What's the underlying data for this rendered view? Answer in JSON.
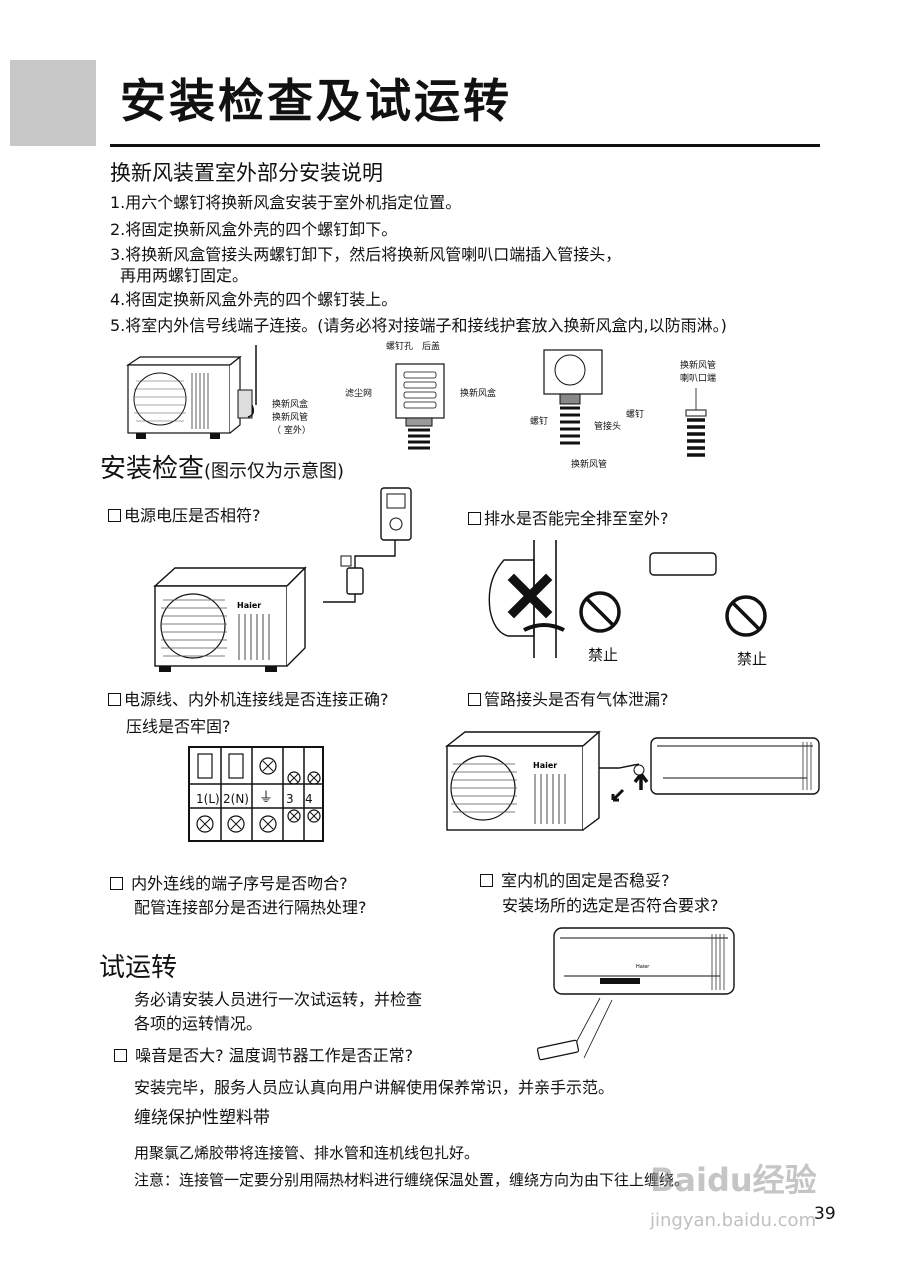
{
  "header": {
    "title": "安装检查及试运转"
  },
  "section_fresh_air": {
    "heading": "换新风装置室外部分安装说明",
    "steps": [
      "1.用六个螺钉将换新风盒安装于室外机指定位置。",
      "2.将固定换新风盒外壳的四个螺钉卸下。",
      "3.将换新风盒管接头两螺钉卸下，然后将换新风管喇叭口端插入管接头，",
      "再用两螺钉固定。",
      "4.将固定换新风盒外壳的四个螺钉装上。",
      "5.将室内外信号线端子连接。(请务必将对接端子和接线护套放入换新风盒内,以防雨淋。)"
    ],
    "labels": {
      "box": "换新风盒",
      "pipe": "换新风管",
      "outdoor": "（ 室外）",
      "screw_hole": "螺钉孔",
      "back_cover": "后盖",
      "dust_net": "滤尘网",
      "box2": "换新风盒",
      "screw_left": "螺钉",
      "screw_right": "螺钉",
      "pipe_joint": "管接头",
      "pipe2": "换新风管",
      "flare_line1": "换新风管",
      "flare_line2": "喇叭口端"
    }
  },
  "section_check": {
    "heading": "安装检查",
    "heading_note": "(图示仅为示意图)",
    "items": {
      "voltage": "电源电压是否相符?",
      "drain": "排水是否能完全排至室外?",
      "wiring": "电源线、内外机连接线是否连接正确?",
      "wiring_2": "压线是否牢固?",
      "leak": "管路接头是否有气体泄漏?",
      "terminal": "内外连线的端子序号是否吻合?",
      "terminal_2": "配管连接部分是否进行隔热处理?",
      "fixing": "室内机的固定是否稳妥?",
      "fixing_2": "安装场所的选定是否符合要求?"
    },
    "forbid_label": "禁止",
    "terminal_labels": [
      "1(L)",
      "2(N)",
      "⏚",
      "3",
      "4"
    ],
    "brand": "Haier"
  },
  "section_trial": {
    "heading": "试运转",
    "intro_line1": "务必请安装人员进行一次试运转，并检查",
    "intro_line2": "各项的运转情况。",
    "noise_check": "噪音是否大?  温度调节器工作是否正常?",
    "after": "安装完毕，服务人员应认真向用户讲解使用保养常识，并亲手示范。",
    "wrap_heading": "缠绕保护性塑料带",
    "wrap_line1": "用聚氯乙烯胶带将连接管、排水管和连机线包扎好。",
    "wrap_line2": "注意：连接管一定要分别用隔热材料进行缠绕保温处置，缠绕方向为由下往上缠绕。"
  },
  "footer": {
    "page_number": "39",
    "watermark_logo": "Baidu经验",
    "watermark_url": "jingyan.baidu.com"
  }
}
